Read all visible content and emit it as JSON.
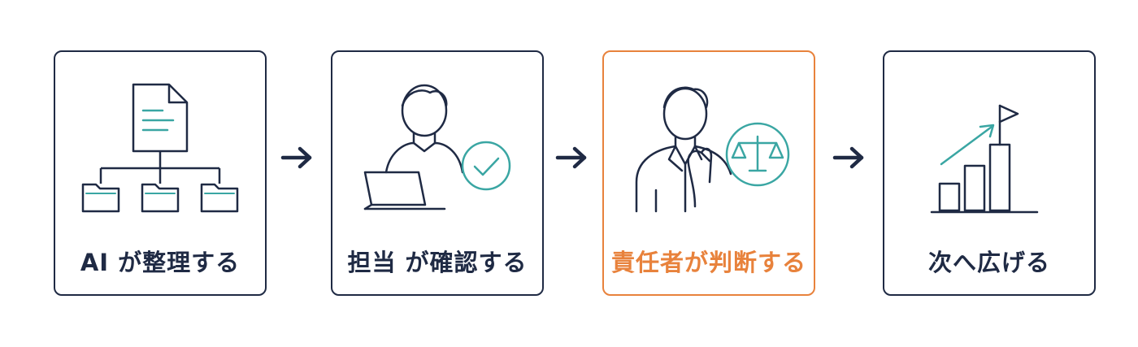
{
  "steps": [
    {
      "label": "AI が整理する",
      "icon": "document-hierarchy-icon"
    },
    {
      "label": "担当 が確認する",
      "icon": "person-laptop-check-icon"
    },
    {
      "label": "責任者が判断する",
      "icon": "manager-scales-icon"
    },
    {
      "label": "次へ広げる",
      "icon": "growth-chart-flag-icon"
    }
  ],
  "colors": {
    "navy": "#1f2a44",
    "teal": "#3aa6a3",
    "orange": "#e8823c"
  }
}
